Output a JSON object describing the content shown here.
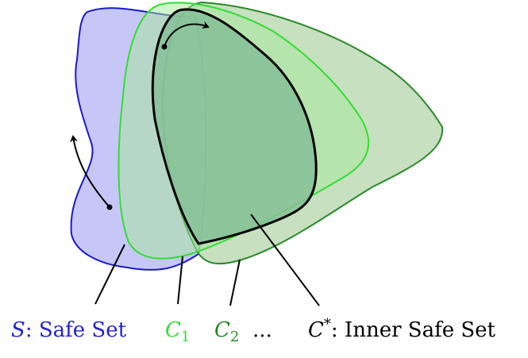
{
  "labels": {
    "safe_set": {
      "symbol": "S",
      "text": ": Safe Set",
      "color": "#2222cc"
    },
    "c1": {
      "symbol": "C",
      "sub": "1",
      "color": "#33dd33"
    },
    "c2": {
      "symbol": "C",
      "sub": "2",
      "color": "#228822"
    },
    "ellipsis": "...",
    "inner": {
      "symbol": "C",
      "sup": "*",
      "text": ": Inner Safe Set",
      "color": "#000000"
    }
  },
  "colors": {
    "safe_fill": "#c7c7f7",
    "safe_stroke": "#1a1acc",
    "c1_fill": "#a6e89a",
    "c1_stroke": "#33dd33",
    "c2_fill": "#a8cf9e",
    "c2_stroke": "#2a8a2a",
    "inner_fill": "#86bf98",
    "inner_stroke": "#000000"
  }
}
